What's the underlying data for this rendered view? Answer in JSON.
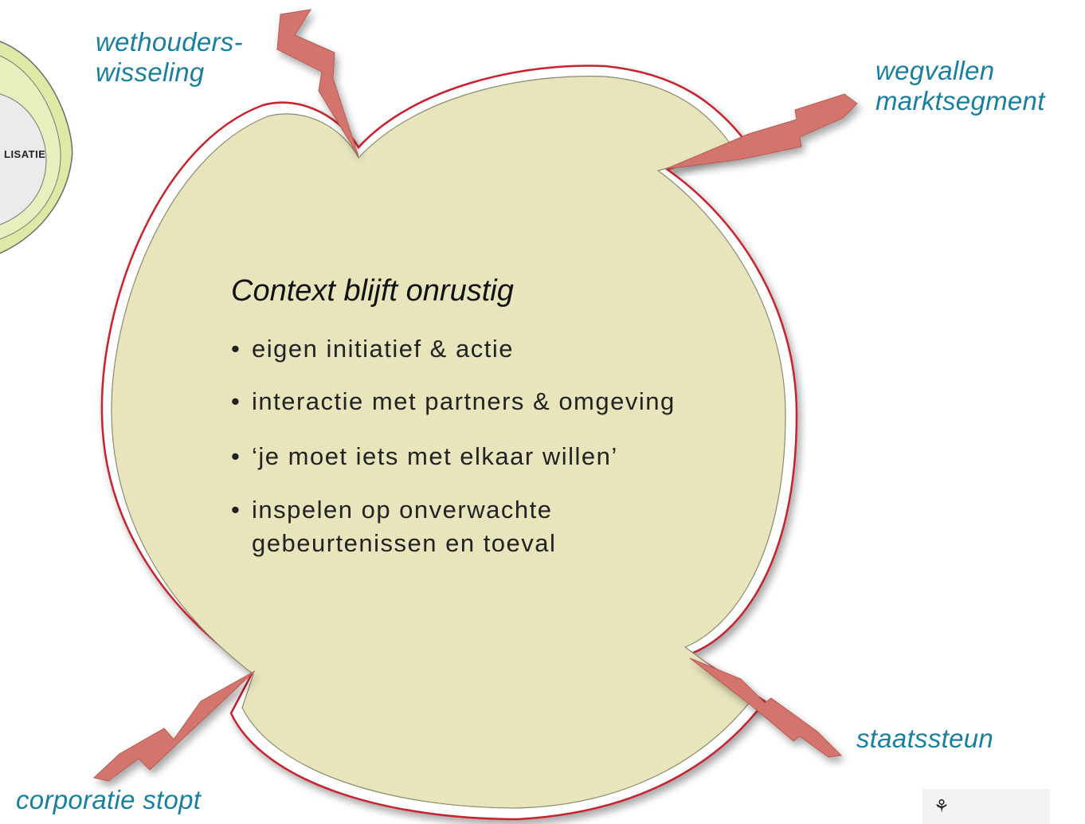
{
  "diagram": {
    "heading": "Context blijft onrustig",
    "bullets": [
      "eigen initiatief & actie",
      "interactie met partners & omgeving",
      "‘je moet iets met elkaar willen’",
      "inspelen op onverwachte",
      "gebeurtenissen en toeval"
    ],
    "bullet_glyph": "•",
    "events": {
      "wethouders_line1": "wethouders-",
      "wethouders_line2": "wisseling",
      "wegvallen_line1": "wegvallen",
      "wegvallen_line2": "marktsegment",
      "staatssteun": "staatssteun",
      "corporatie": "corporatie stopt"
    },
    "side_label": "LISATIE"
  },
  "colors": {
    "circle_fill": "#e8e5bd",
    "circle_border": "#c8202f",
    "bolt": "#d4756d",
    "label": "#1a7f9e",
    "side_arc": "#d9e79a"
  },
  "icons": {
    "bolts": [
      "lightning-bolt-icon",
      "lightning-bolt-icon",
      "lightning-bolt-icon",
      "lightning-bolt-icon"
    ],
    "logo": "logo-mark-icon"
  }
}
